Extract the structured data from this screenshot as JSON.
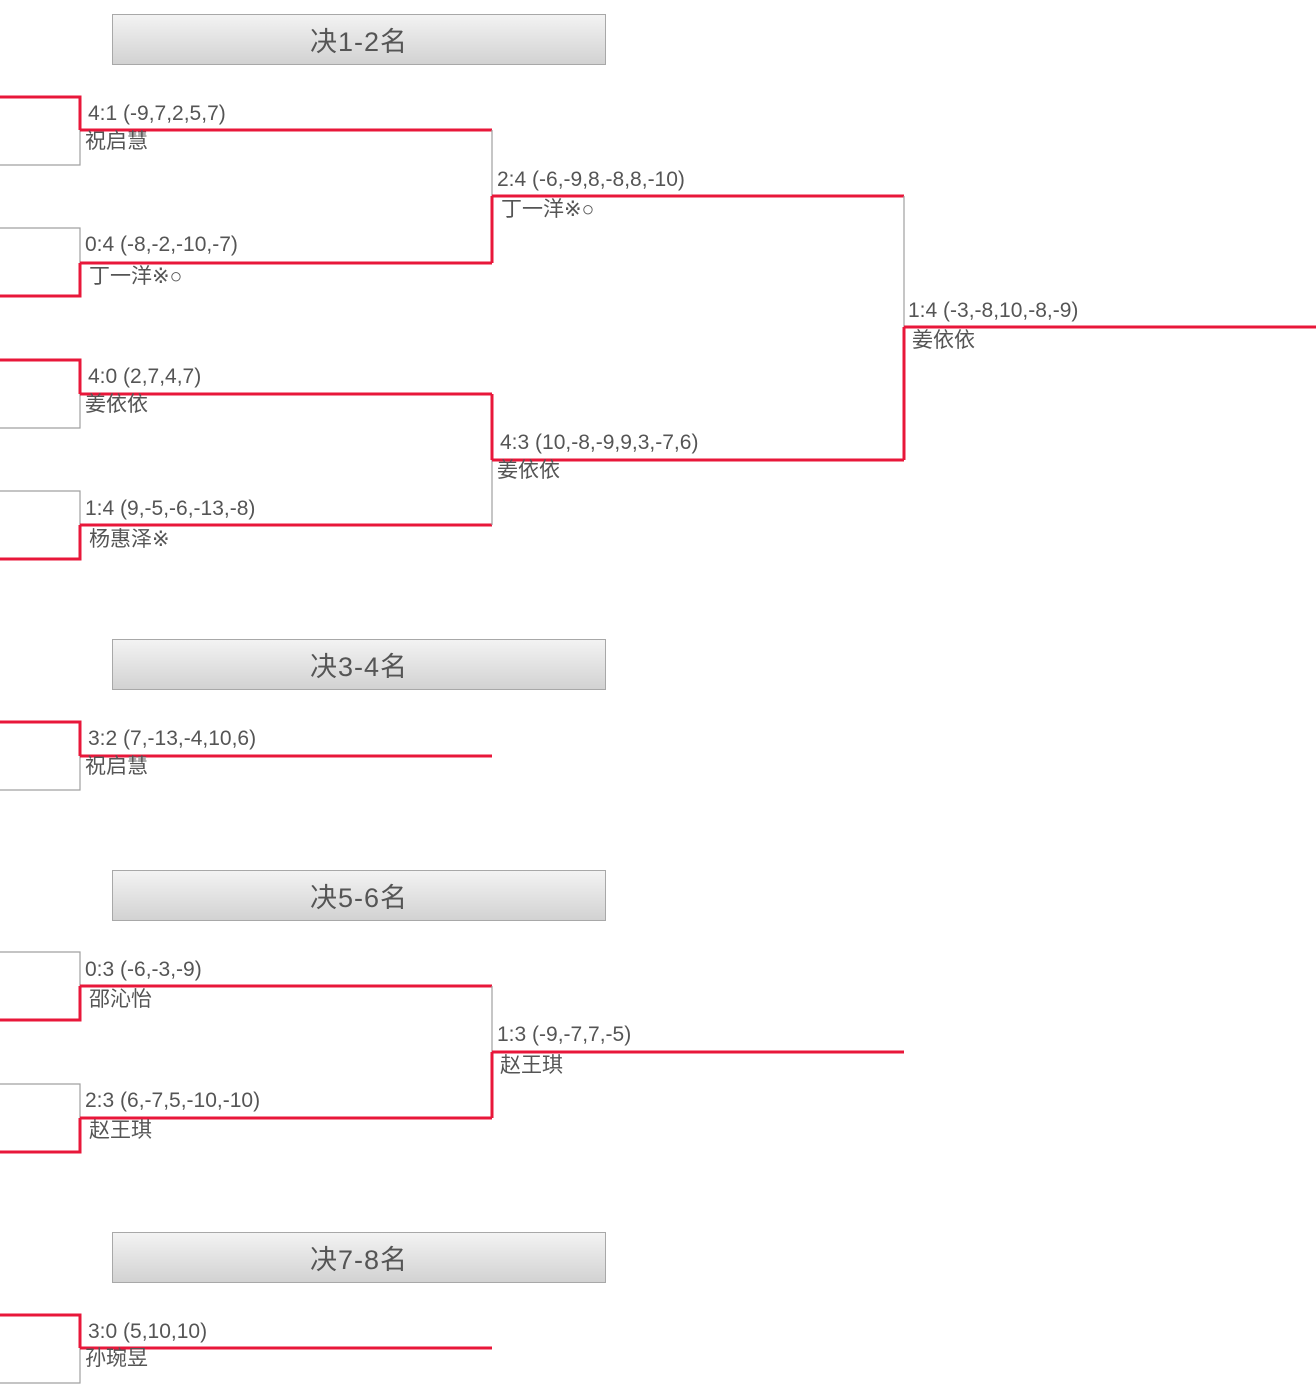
{
  "colors": {
    "winner_line": "#e8173a",
    "line": "#a0a0a0",
    "text": "#555555"
  },
  "sections": [
    {
      "title": "决1-2名",
      "matches": [
        {
          "score": "4:1 (-9,7,2,5,7)",
          "name": "祝启慧"
        },
        {
          "score": "0:4 (-8,-2,-10,-7)",
          "name": "丁一洋※○"
        },
        {
          "score": "4:0 (2,7,4,7)",
          "name": "姜依依"
        },
        {
          "score": "1:4 (9,-5,-6,-13,-8)",
          "name": "杨惠泽※"
        },
        {
          "score": "2:4 (-6,-9,8,-8,8,-10)",
          "name": "丁一洋※○"
        },
        {
          "score": "4:3 (10,-8,-9,9,3,-7,6)",
          "name": "姜依依"
        },
        {
          "score": "1:4 (-3,-8,10,-8,-9)",
          "name": "姜依依"
        }
      ]
    },
    {
      "title": "决3-4名",
      "matches": [
        {
          "score": "3:2 (7,-13,-4,10,6)",
          "name": "祝启慧"
        }
      ]
    },
    {
      "title": "决5-6名",
      "matches": [
        {
          "score": "0:3 (-6,-3,-9)",
          "name": "邵沁怡"
        },
        {
          "score": "2:3 (6,-7,5,-10,-10)",
          "name": "赵王琪"
        },
        {
          "score": "1:3 (-9,-7,7,-5)",
          "name": "赵王琪"
        }
      ]
    },
    {
      "title": "决7-8名",
      "matches": [
        {
          "score": "3:0 (5,10,10)",
          "name": "孙琬昱"
        }
      ]
    }
  ]
}
